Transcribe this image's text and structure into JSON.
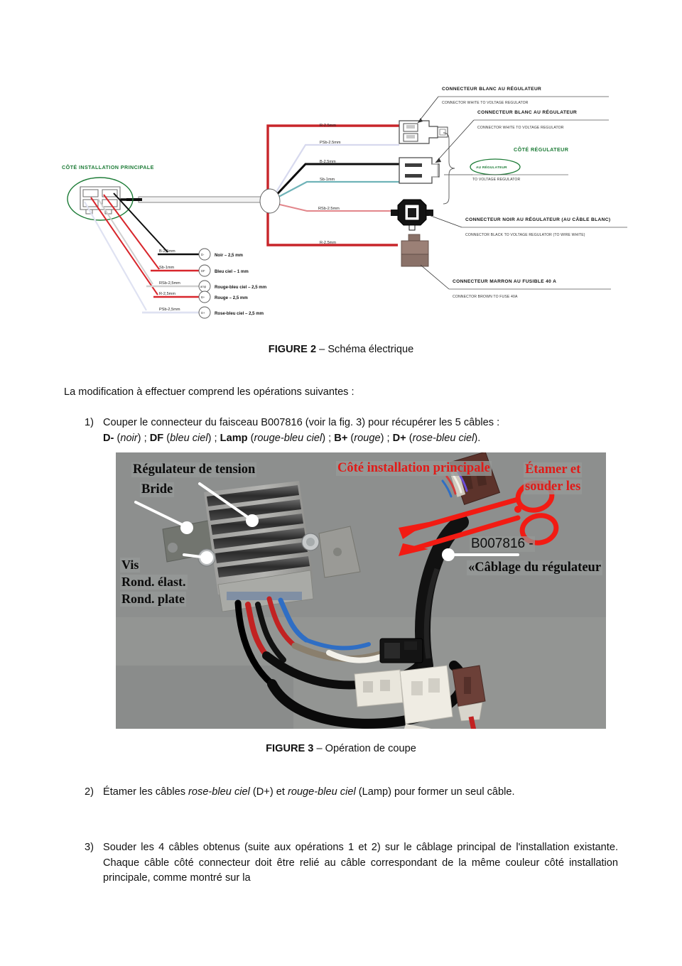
{
  "figure2": {
    "side_labels": {
      "left_green": "CÔTÉ INSTALLATION PRINCIPALE",
      "right_green": "CÔTÉ RÉGULATEUR",
      "oval_green": "AU RÉGULATEUR",
      "oval_sub_en": "TO VOLTAGE REGULATOR"
    },
    "connector_callouts": [
      {
        "fr": "CONNECTEUR BLANC AU RÉGULATEUR",
        "en": "CONNECTOR WHITE TO VOLTAGE REGULATOR"
      },
      {
        "fr": "CONNECTEUR BLANC AU RÉGULATEUR",
        "en": "CONNECTOR  WHITE TO VOLTAGE REGULATOR"
      },
      {
        "fr": "CONNECTEUR NOIR AU RÉGULATEUR (AU CÂBLE BLANC)",
        "en": "CONNECTOR BLACK TO VOLTAGE REGULATOR (TO WIRE WHITE)"
      },
      {
        "fr": "CONNECTEUR MARRON AU FUSIBLE 40 A",
        "en": "CONNECTOR BROWN TO FUSE 40A"
      }
    ],
    "harness_wire_labels": [
      {
        "code": "R-2.5mm",
        "color": "#c8252a"
      },
      {
        "code": "PSb-2.5mm",
        "color": "#d7d9ee"
      },
      {
        "code": "B-2.5mm",
        "color": "#0d0d0d"
      },
      {
        "code": "Sb-1mm",
        "color": "#6fb3b8"
      },
      {
        "code": "RSb-2.5mm",
        "color": "#e2868b"
      },
      {
        "code": "R-2.5mm",
        "color": "#c8252a"
      }
    ],
    "legend": [
      {
        "code": "B-2,5mm",
        "pin": "D-",
        "desc": "Noir – 2,5 mm",
        "color": "#0d0d0d"
      },
      {
        "code": "Sb-1mm",
        "pin": "DF",
        "desc": "Bleu ciel – 1 mm",
        "color": "#d8262c"
      },
      {
        "code": "RSb-2,5mm",
        "pin": "amp",
        "desc": "Rouge-bleu ciel – 2,5 mm",
        "color": "#cfcfcf"
      },
      {
        "code": "R-2,5mm",
        "pin": "B+",
        "desc": "Rouge – 2,5 mm",
        "color": "#d8262c"
      },
      {
        "code": "PSb-2,5mm",
        "pin": "D+",
        "desc": "Rose-bleu ciel – 2,5 mm",
        "color": "#dfe2f2"
      }
    ]
  },
  "caption2": {
    "bold": "FIGURE 2",
    "rest": " – Schéma électrique"
  },
  "intro": "La modification à effectuer comprend les opérations suivantes :",
  "steps": {
    "one": {
      "num": "1)",
      "line1": "Couper le connecteur du faisceau B007816 (voir la fig. 3) pour récupérer les 5 câbles :",
      "pairs": [
        {
          "code": "D-",
          "color": "noir"
        },
        {
          "code": "DF",
          "color": "bleu ciel"
        },
        {
          "code": "Lamp",
          "color": "rouge-bleu ciel"
        },
        {
          "code": "B+",
          "color": "rouge"
        },
        {
          "code": "D+",
          "color": "rose-bleu ciel"
        }
      ]
    },
    "two": {
      "num": "2)",
      "pre": "Étamer les câbles ",
      "it1": "rose-bleu ciel",
      "mid1": " (D+) et ",
      "it2": "rouge-bleu ciel",
      "post": " (Lamp) pour former un seul câble."
    },
    "three": {
      "num": "3)",
      "text": "Souder les 4 câbles obtenus (suite aux opérations 1 et 2) sur le câblage principal de l'installation existante.   Chaque câble côté connecteur doit être relié au câble correspondant de la même couleur côté installation principale, comme montré sur la"
    }
  },
  "figure3": {
    "labels": {
      "regulateur": "Régulateur de tension",
      "bride": "Bride",
      "vis": "Vis",
      "rond_elast": "Rond. élast.",
      "rond_plate": "Rond. plate",
      "cote_installation": "Côté installation principale",
      "etamer": "Étamer et",
      "souder": "souder les",
      "ref": "B007816 -",
      "cablage": "«Câblage du régulateur"
    }
  },
  "caption3": {
    "bold": "FIGURE 3",
    "rest": " – Opération de coupe"
  },
  "colors": {
    "green": "#1c7b36",
    "red_annotation": "#e01b18",
    "wire_red": "#c8252a",
    "wire_black": "#0d0d0d",
    "wire_skyblue": "#6fb3b8",
    "photo_bg": "#8d8f8e"
  }
}
